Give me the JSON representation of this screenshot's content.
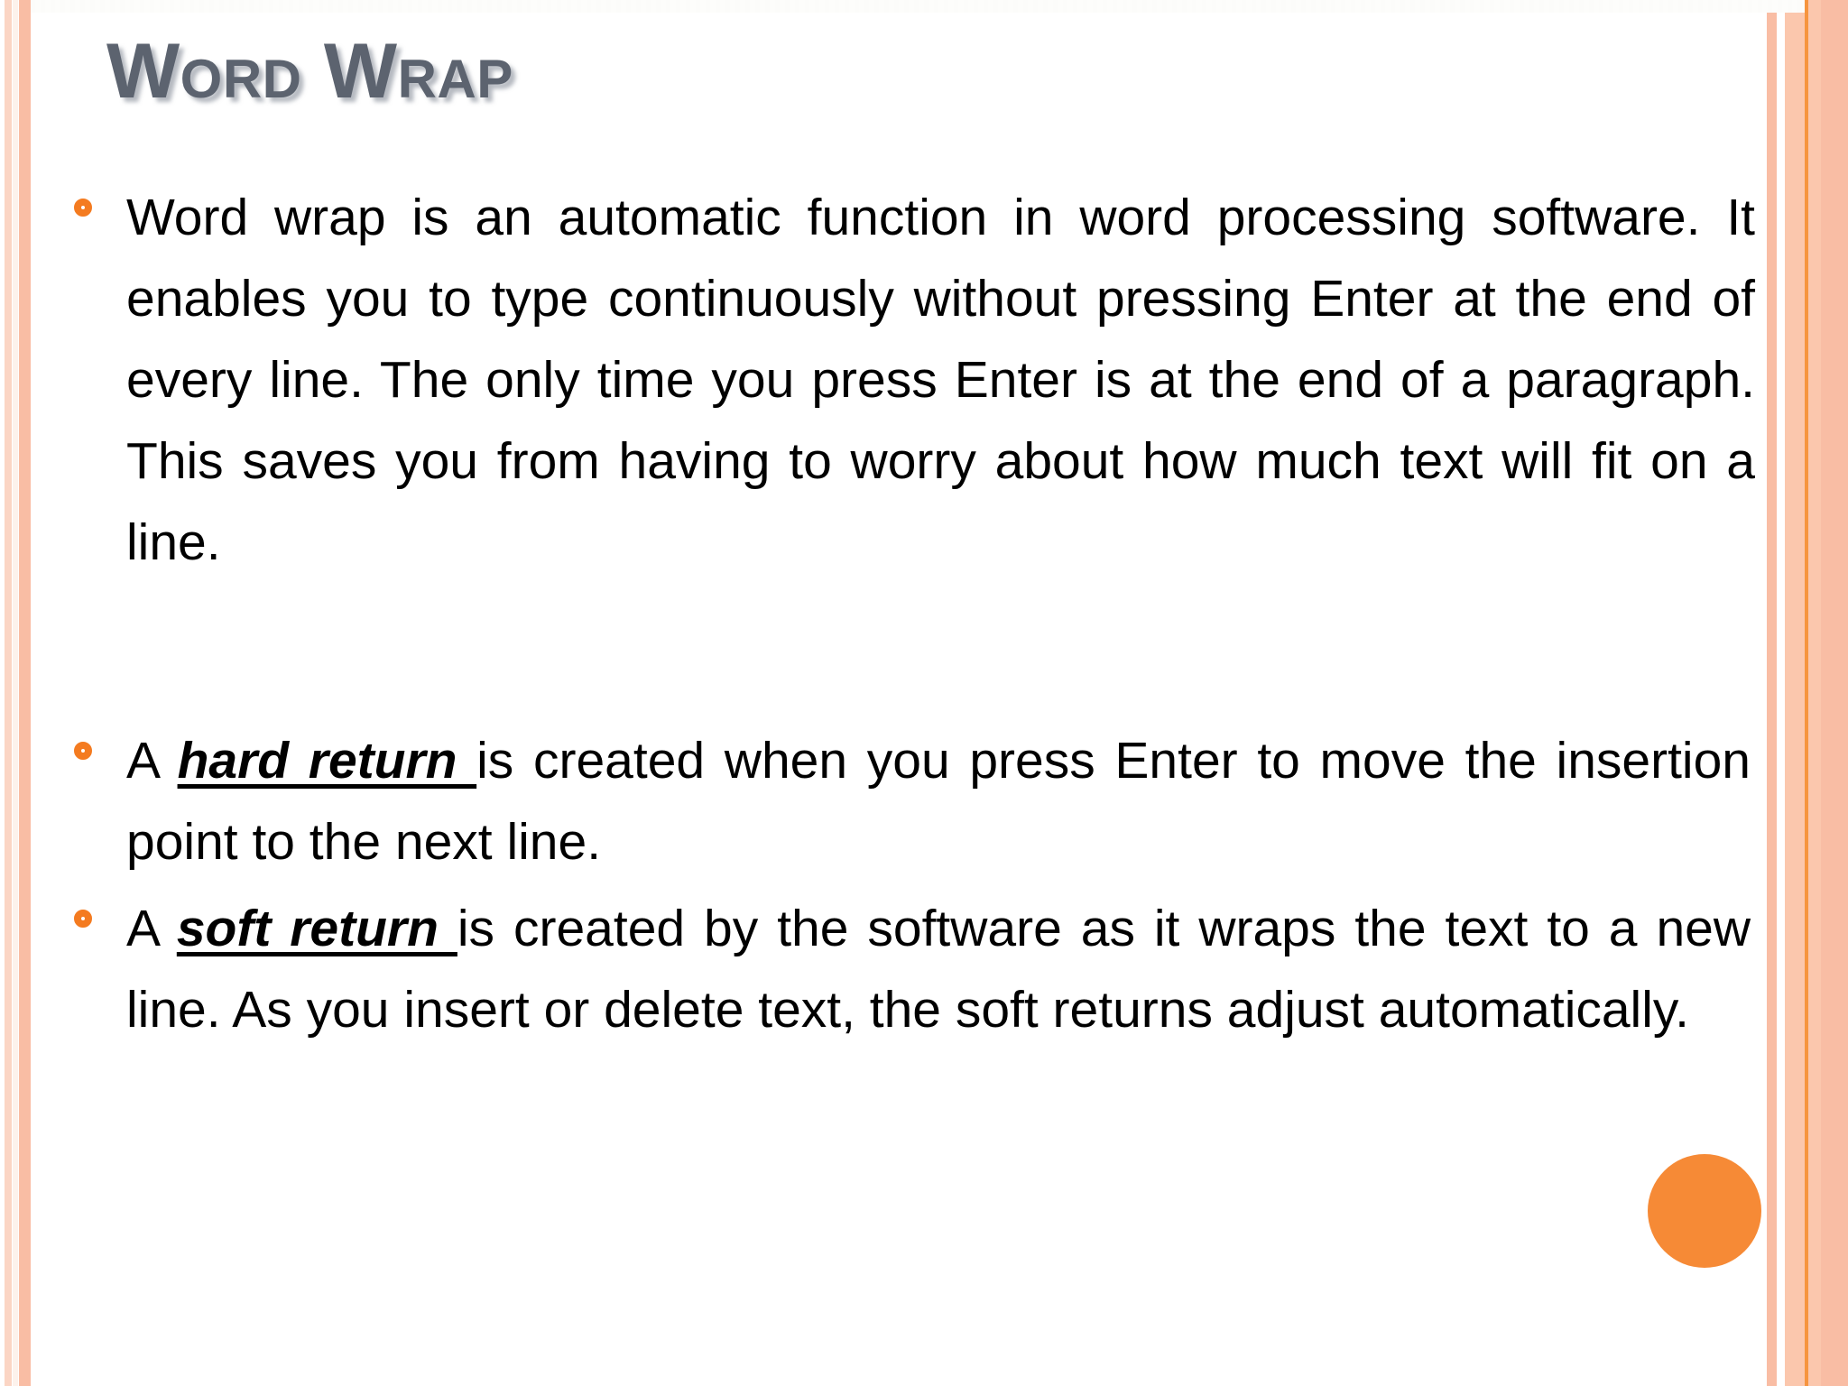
{
  "slide": {
    "title": "Word Wrap",
    "background_color": "#ffffff",
    "title_color": "#5c636f",
    "bullet_color": "#f47b20",
    "accent_circle_color": "#f68a36",
    "border_colors": [
      "#fbd5c4",
      "#fdf2ec",
      "#f9bda4",
      "#fbc7ad",
      "#f6953f"
    ]
  },
  "content": {
    "bullets": [
      {
        "id": "word-wrap-definition",
        "segments": [
          {
            "text": "Word wrap is an automatic function in word processing software. It enables you to type continuously without pressing Enter at the end of every line. The only time you press Enter is at the end of a paragraph. This saves you from having to worry about how much text will fit on a line.",
            "style": "normal"
          }
        ]
      },
      {
        "id": "hard-return-definition",
        "segments": [
          {
            "text": "A ",
            "style": "normal"
          },
          {
            "text": "hard return ",
            "style": "bold-italic-underline"
          },
          {
            "text": "is created when you press Enter to move the insertion point to the next line.",
            "style": "normal"
          }
        ]
      },
      {
        "id": "soft-return-definition",
        "segments": [
          {
            "text": "A ",
            "style": "normal"
          },
          {
            "text": "soft return ",
            "style": "bold-italic-underline"
          },
          {
            "text": "is created by the software as it wraps the text to a new line. As you insert or delete text, the soft returns adjust automatically.",
            "style": "normal"
          }
        ]
      }
    ],
    "bullet_glyph": "ring-bullet"
  }
}
